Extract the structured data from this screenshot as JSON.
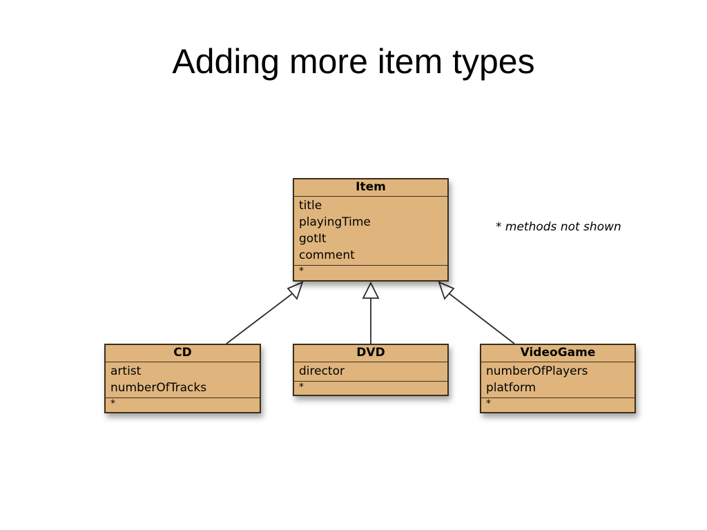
{
  "slide": {
    "title": "Adding more item types",
    "note": "* methods not shown"
  },
  "classes": {
    "item": {
      "name": "Item",
      "attributes": [
        "title",
        "playingTime",
        "gotIt",
        "comment"
      ],
      "methods": "*"
    },
    "cd": {
      "name": "CD",
      "attributes": [
        "artist",
        "numberOfTracks"
      ],
      "methods": "*"
    },
    "dvd": {
      "name": "DVD",
      "attributes": [
        "director"
      ],
      "methods": "*"
    },
    "videogame": {
      "name": "VideoGame",
      "attributes": [
        "numberOfPlayers",
        "platform"
      ],
      "methods": "*"
    }
  },
  "relationships": [
    {
      "type": "inheritance",
      "from": "CD",
      "to": "Item"
    },
    {
      "type": "inheritance",
      "from": "DVD",
      "to": "Item"
    },
    {
      "type": "inheritance",
      "from": "VideoGame",
      "to": "Item"
    }
  ],
  "colors": {
    "class_fill": "#dfb57d",
    "class_border": "#3c2d1a"
  }
}
